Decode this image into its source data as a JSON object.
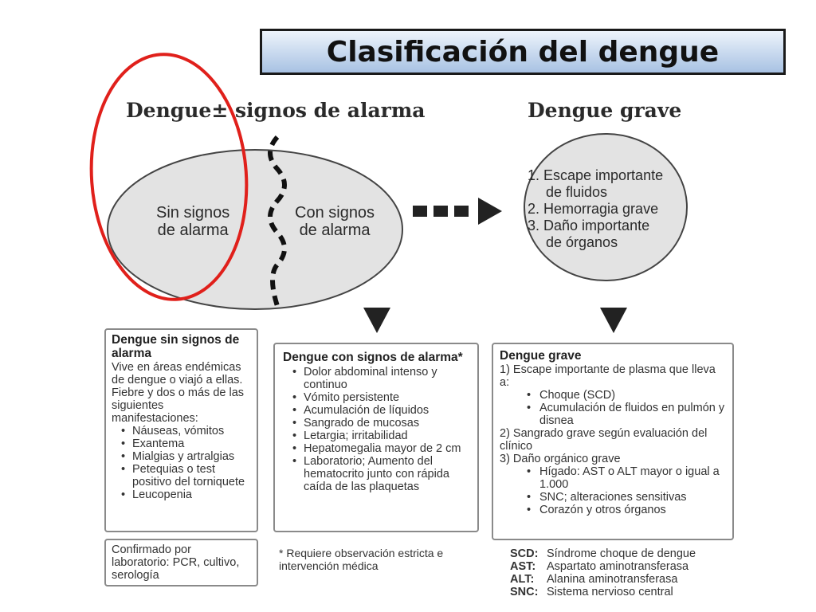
{
  "slide": {
    "title": "Clasificación del dengue"
  },
  "diagram": {
    "heading_left": "Dengue± signos de alarma",
    "heading_right": "Dengue grave",
    "sin_signos": [
      "Sin signos",
      "de alarma"
    ],
    "con_signos": [
      "Con signos",
      "de alarma"
    ],
    "grave_items": [
      "1. Escape importante",
      "de fluidos",
      "2. Hemorragia grave",
      "3. Daño importante",
      "de órganos"
    ]
  },
  "boxes": {
    "sin_signos": {
      "title": "Dengue sin signos de alarma",
      "intro": "Vive en áreas endémicas de dengue o viajó a ellas. Fiebre y dos o más de las siguientes manifestaciones:",
      "items": [
        "Náuseas, vómitos",
        "Exantema",
        "Mialgias y artralgias",
        "Petequias o test positivo del torniquete",
        "Leucopenia"
      ]
    },
    "confirmado": {
      "text": "Confirmado por laboratorio: PCR, cultivo, serología"
    },
    "con_signos": {
      "title": "Dengue con signos de alarma*",
      "items": [
        "Dolor abdominal intenso y continuo",
        "Vómito persistente",
        "Acumulación de líquidos",
        "Sangrado de mucosas",
        "Letargia; irritabilidad",
        "Hepatomegalia mayor de 2 cm",
        "Laboratorio; Aumento del hematocrito junto con rápida caída de las plaquetas"
      ]
    },
    "footnote": "* Requiere observación estricta e intervención médica",
    "grave": {
      "title": "Dengue grave",
      "p1": "1) Escape importante de plasma que lleva a:",
      "p1_items": [
        "Choque (SCD)",
        "Acumulación de fluidos en pulmón y disnea"
      ],
      "p2": "2) Sangrado grave según evaluación del clínico",
      "p3": "3) Daño orgánico grave",
      "p3_items": [
        "Hígado: AST o ALT mayor o igual a 1.000",
        "SNC; alteraciones sensitivas",
        "Corazón y otros órganos"
      ]
    }
  },
  "abbreviations": [
    {
      "abbr": "SCD:",
      "meaning": "Síndrome choque de dengue"
    },
    {
      "abbr": "AST:",
      "meaning": "Aspartato aminotransferasa"
    },
    {
      "abbr": "ALT:",
      "meaning": "Alanina aminotransferasa"
    },
    {
      "abbr": "SNC:",
      "meaning": "Sistema nervioso central"
    }
  ],
  "colors": {
    "highlight_ring": "#e0201b",
    "ellipse_fill": "#e3e3e3"
  }
}
